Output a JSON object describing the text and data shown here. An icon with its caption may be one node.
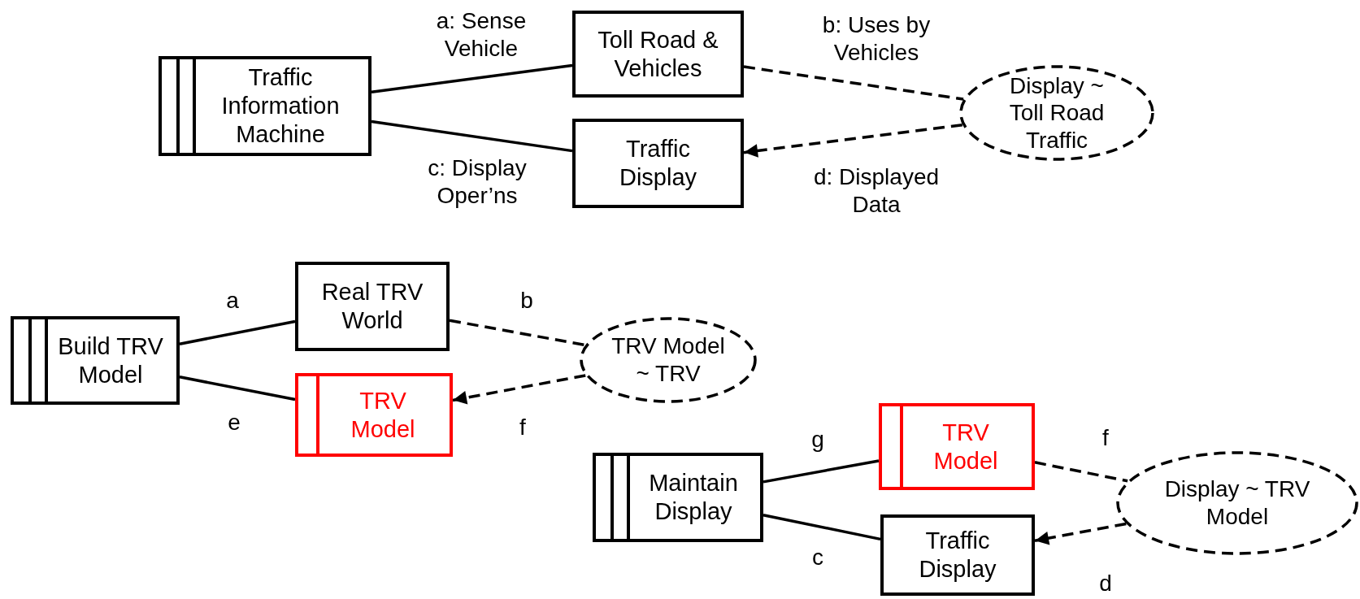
{
  "diagram": {
    "nodes": [
      {
        "text": [
          "Traffic Information Machine"
        ]
      },
      {
        "text": [
          "Toll Road & Vehicles"
        ]
      },
      {
        "text": [
          "Traffic Display"
        ]
      },
      {
        "text": [
          "Display ~ Toll Road Traffic"
        ]
      },
      {
        "text": [
          "Build TRV Model"
        ]
      },
      {
        "text": [
          "Real TRV World"
        ]
      },
      {
        "text": [
          "TRV Model"
        ]
      },
      {
        "text": [
          "TRV Model ~ TRV"
        ]
      },
      {
        "text": [
          "Maintain Display"
        ]
      },
      {
        "text": [
          "TRV Model"
        ]
      },
      {
        "text": [
          "Display ~ TRV Model"
        ]
      },
      {
        "text": [
          "Traffic Display"
        ]
      }
    ],
    "edges": [
      {
        "from": 0,
        "to": 1,
        "arrow": "none",
        "label": "a: Sense Vehicle"
      },
      {
        "from": 0,
        "to": 2,
        "arrow": "none",
        "label": "c: Display Oper’ns"
      },
      {
        "from": 1,
        "to": 3,
        "arrow": "none",
        "label": "b: Uses by Vehicles",
        "style": "dashed"
      },
      {
        "from": 3,
        "to": 2,
        "arrow": "to",
        "label": "d: Displayed Data",
        "style": "dashed"
      },
      {
        "from": 4,
        "to": 5,
        "arrow": "none",
        "label": "a"
      },
      {
        "from": 4,
        "to": 6,
        "arrow": "none",
        "label": "e"
      },
      {
        "from": 5,
        "to": 7,
        "arrow": "none",
        "label": "b",
        "style": "dashed"
      },
      {
        "from": 7,
        "to": 6,
        "arrow": "to",
        "label": "f",
        "style": "dashed"
      },
      {
        "from": 8,
        "to": 9,
        "arrow": "none",
        "label": "g"
      },
      {
        "from": 8,
        "to": 11,
        "arrow": "none",
        "label": "c"
      },
      {
        "from": 9,
        "to": 10,
        "arrow": "none",
        "label": "f",
        "style": "dashed"
      },
      {
        "from": 10,
        "to": 11,
        "arrow": "to",
        "label": "d",
        "style": "dashed"
      }
    ]
  }
}
